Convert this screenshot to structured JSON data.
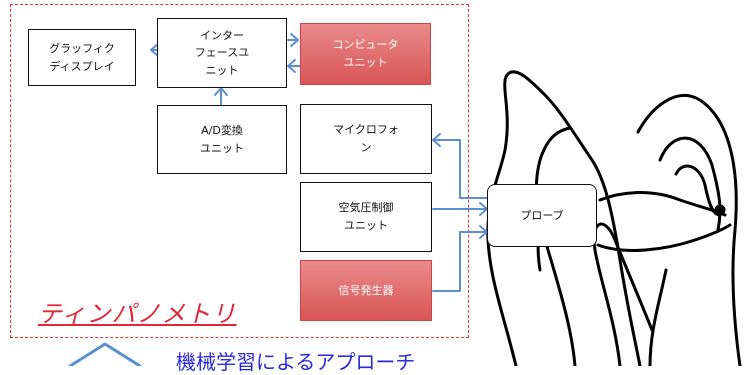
{
  "diagram": {
    "title": "ティンパノメトリ",
    "nodes": {
      "graphic_display": "グラッフィク\nディスプレイ",
      "interface_unit": "インター\nフェースユ\nニット",
      "computer_unit": "コンピュータ\nユニット",
      "ad_converter": "A/D変換\nユニット",
      "microphone": "マイクロフォ\nン",
      "air_pressure_control": "空気圧制御\nユニット",
      "signal_generator": "信号発生器",
      "probe": "プローブ"
    },
    "bottom_text": "機械学習によるアプローチ"
  },
  "colors": {
    "frame": "#e03a3a",
    "arrow": "#5b8fd0",
    "red_box": "#d95555",
    "title": "#e0283a",
    "bottom_text": "#2a2ad8"
  }
}
